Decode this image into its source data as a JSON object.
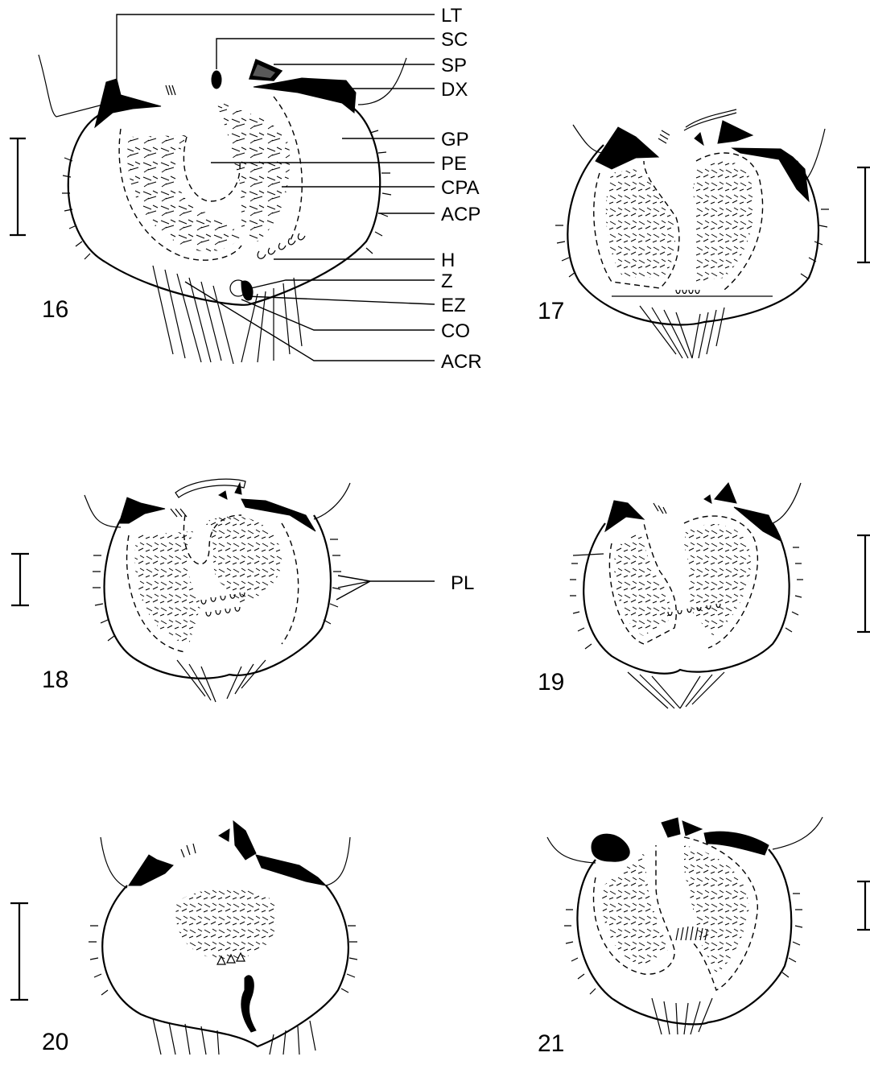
{
  "figures": [
    {
      "number": "16"
    },
    {
      "number": "17"
    },
    {
      "number": "18"
    },
    {
      "number": "19"
    },
    {
      "number": "20"
    },
    {
      "number": "21"
    }
  ],
  "labels": {
    "lt": "LT",
    "sc": "SC",
    "sp": "SP",
    "dx": "DX",
    "gp": "GP",
    "pe": "PE",
    "cpa": "CPA",
    "acp": "ACP",
    "h": "H",
    "z": "Z",
    "ez": "EZ",
    "co": "CO",
    "acr": "ACR",
    "pl": "PL"
  }
}
